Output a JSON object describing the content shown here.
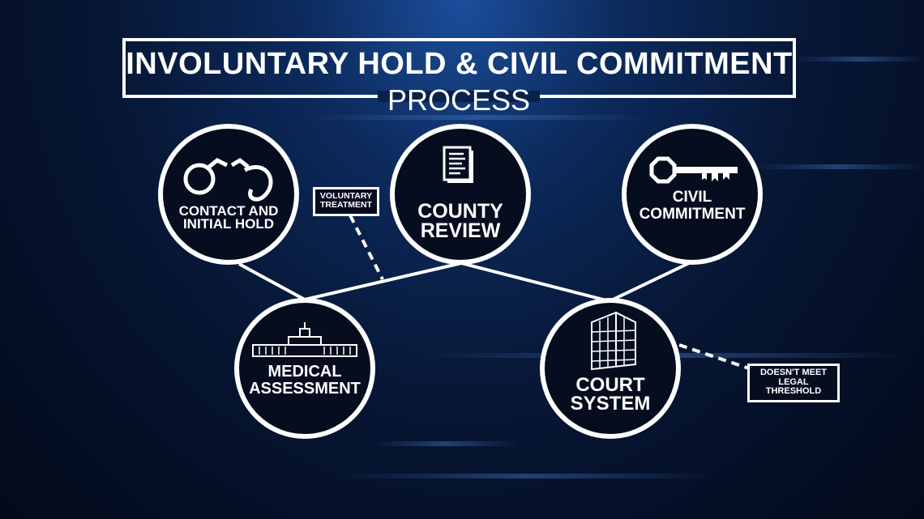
{
  "title": "INVOLUNTARY HOLD & CIVIL COMMITMENT",
  "subtitle": "PROCESS",
  "nodes": {
    "contact": "CONTACT AND INITIAL HOLD",
    "county": "COUNTY REVIEW",
    "civil": "CIVIL COMMITMENT",
    "medical": "MEDICAL ASSESSMENT",
    "court": "COURT SYSTEM"
  },
  "tags": {
    "voluntary": "VOLUNTARY TREATMENT",
    "threshold": "DOESN'T MEET LEGAL THRESHOLD"
  },
  "icons": {
    "contact": "handcuffs-icon",
    "county": "document-icon",
    "civil": "key-icon",
    "medical": "hospital-building-icon",
    "court": "court-building-icon"
  },
  "colors": {
    "background": "#071634",
    "accent": "#1b4e9c",
    "line": "#ffffff"
  }
}
